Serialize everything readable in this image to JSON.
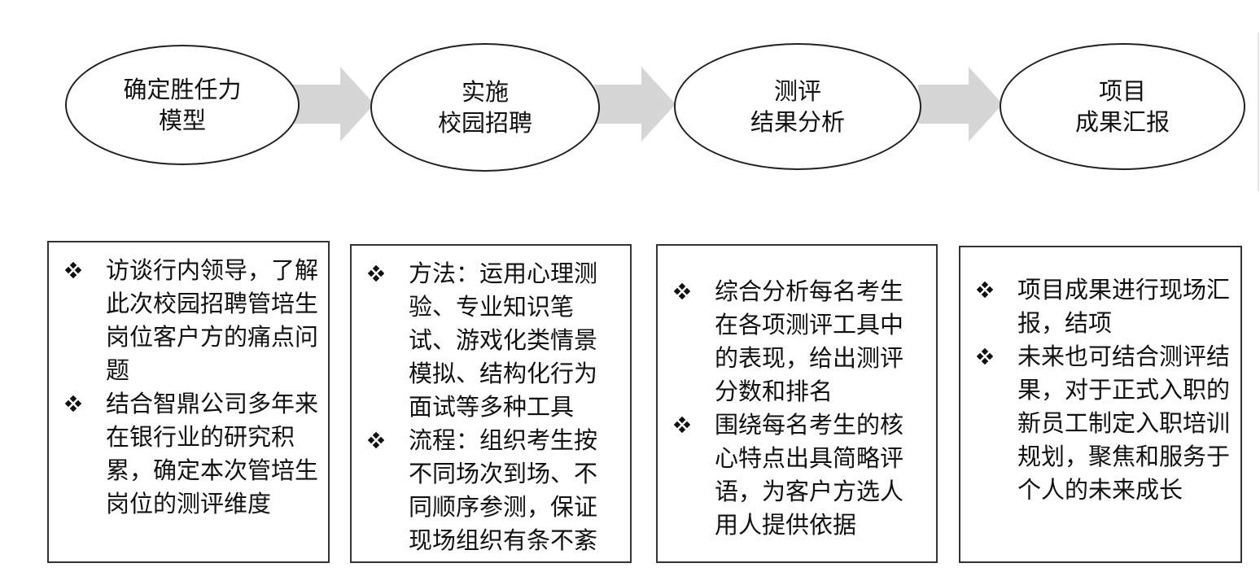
{
  "stages": [
    {
      "title_lines": [
        "确定胜任力",
        "模型"
      ]
    },
    {
      "title_lines": [
        "实施",
        "校园招聘"
      ]
    },
    {
      "title_lines": [
        "测评",
        "结果分析"
      ]
    },
    {
      "title_lines": [
        "项目",
        "成果汇报"
      ]
    }
  ],
  "details": [
    {
      "bullets": [
        "访谈行内领导，了解此次校园招聘管培生岗位客户方的痛点问题",
        "结合智鼎公司多年来在银行业的研究积累，确定本次管培生岗位的测评维度"
      ]
    },
    {
      "bullets": [
        "方法：运用心理测验、专业知识笔试、游戏化类情景模拟、结构化行为面试等多种工具",
        "流程：组织考生按不同场次到场、不同顺序参测，保证现场组织有条不紊"
      ]
    },
    {
      "bullets": [
        "综合分析每名考生在各项测评工具中的表现，给出测评分数和排名",
        "围绕每名考生的核心特点出具简略评语，为客户方选人用人提供依据"
      ]
    },
    {
      "bullets": [
        "项目成果进行现场汇报，结项",
        "未来也可结合测评结果，对于正式入职的新员工制定入职培训规划，聚焦和服务于个人的未来成长"
      ]
    }
  ],
  "colors": {
    "arrow": "#d6d6d6",
    "border": "#222222",
    "text": "#111111"
  }
}
